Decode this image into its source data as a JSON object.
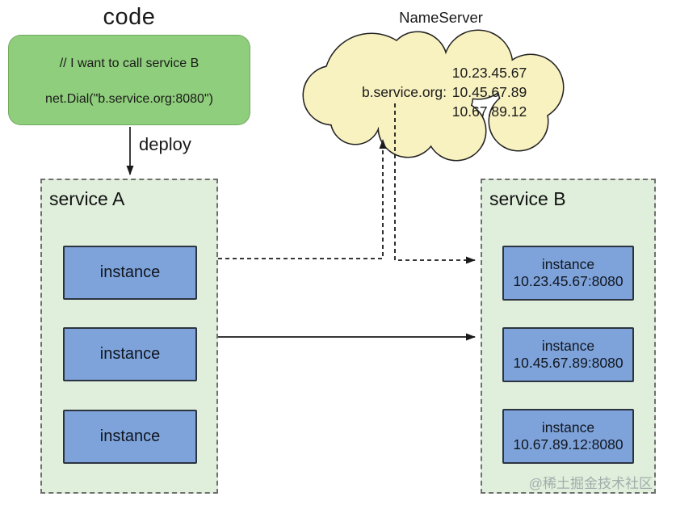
{
  "code_section": {
    "title": "code",
    "comment_line": "// I want to call service B",
    "code_line": "net.Dial(\"b.service.org:8080\")",
    "deploy_label": "deploy"
  },
  "nameserver": {
    "title": "NameServer",
    "domain": "b.service.org:",
    "ips": [
      "10.23.45.67",
      "10.45.67.89",
      "10.67.89.12"
    ]
  },
  "service_a": {
    "title": "service A",
    "instances": [
      "instance",
      "instance",
      "instance"
    ]
  },
  "service_b": {
    "title": "service B",
    "instances": [
      {
        "label": "instance",
        "address": "10.23.45.67:8080"
      },
      {
        "label": "instance",
        "address": "10.45.67.89:8080"
      },
      {
        "label": "instance",
        "address": "10.67.89.12:8080"
      }
    ]
  },
  "watermark": "@稀土掘金技术社区",
  "colors": {
    "code_green": "#8fce7c",
    "instance_blue": "#7ea3da",
    "service_bg": "#e0efdc",
    "cloud_fill": "#f8f1c0",
    "outline_dark": "#1a1a1a",
    "watermark_gray": "#8d979b"
  }
}
